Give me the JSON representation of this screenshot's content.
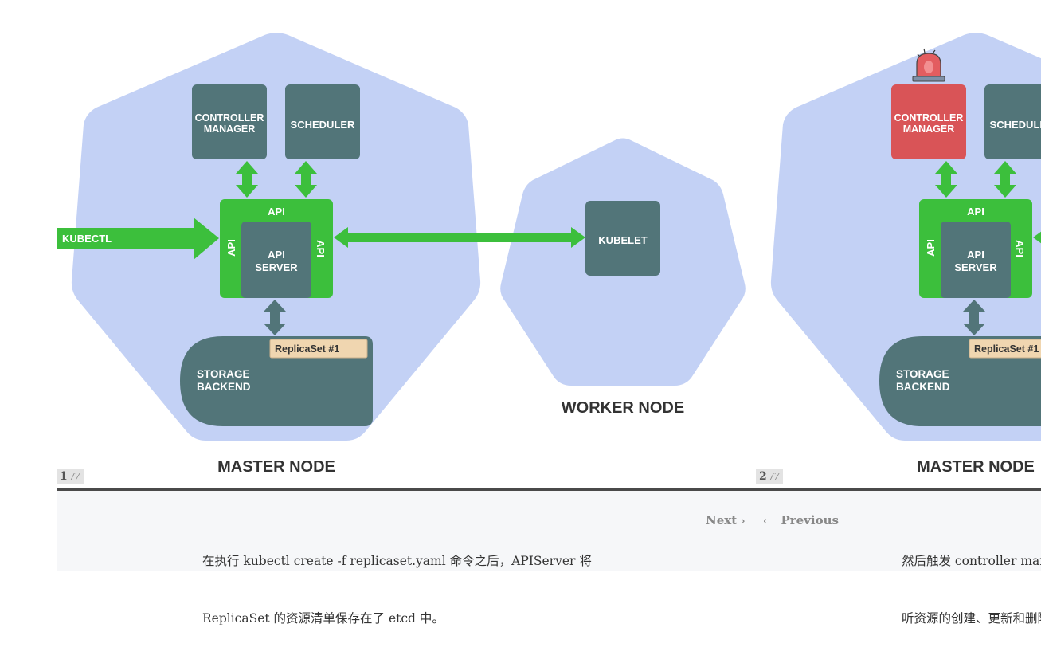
{
  "slides": [
    {
      "index": "1",
      "total": "/7",
      "master_label": "MASTER NODE",
      "worker_label": "WORKER NODE",
      "controller_manager": "CONTROLLER MANAGER",
      "scheduler": "SCHEDULER",
      "api": "API",
      "api_server": "API SERVER",
      "kubectl": "KUBECTL",
      "kubelet": "KUBELET",
      "replicaset": "ReplicaSet #1",
      "storage_backend": "STORAGE BACKEND",
      "caption_line1": "在执行 kubectl create -f replicaset.yaml 命令之后，APIServer 将",
      "caption_line2": "ReplicaSet 的资源清单保存在了 etcd 中。"
    },
    {
      "index": "2",
      "total": "/7",
      "master_label": "MASTER NODE",
      "controller_manager": "CONTROLLER MANAGER",
      "scheduler": "SCHEDULER",
      "api": "API",
      "api_server": "API SERVER",
      "replicaset": "ReplicaSet #1",
      "storage_backend": "STORAGE BACKEND",
      "caption_line1": "然后触发 controller manager 中",
      "caption_line2": "听资源的创建、更新和删除"
    }
  ],
  "nav": {
    "next": "Next",
    "previous": "Previous"
  },
  "colors": {
    "node_bg": "#c3d1f5",
    "component": "#527579",
    "api_green": "#3cbf3c",
    "alert_red": "#d95457",
    "replicaset_tag": "#f0d6b0"
  },
  "icons": {
    "next": "chevron-right-icon",
    "previous": "chevron-left-icon",
    "alert": "siren-icon"
  }
}
